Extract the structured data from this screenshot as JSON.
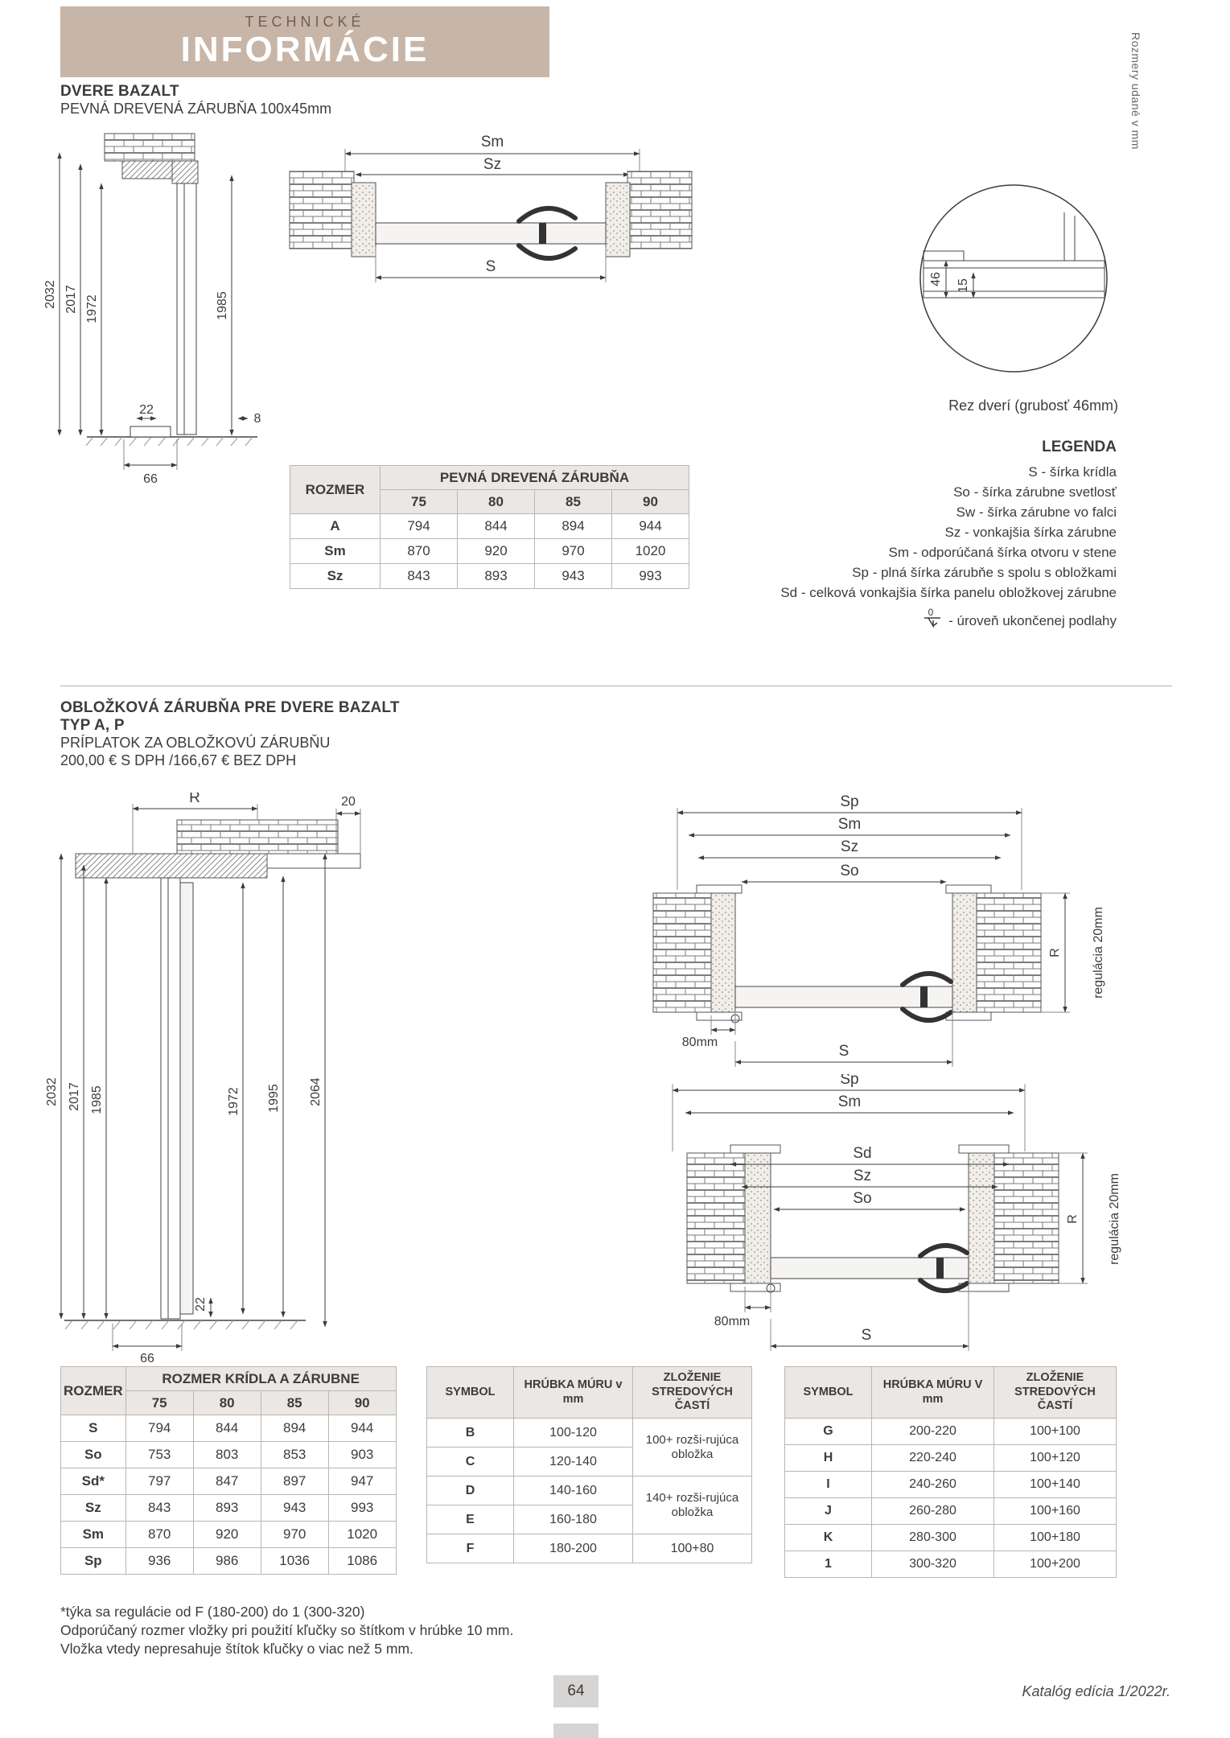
{
  "page": {
    "side_note": "Rozmery udané v mm",
    "page_number": "64",
    "edition": "Katalóg edícia 1/2022r."
  },
  "header": {
    "kicker": "TECHNICKÉ",
    "title": "INFORMÁCIE"
  },
  "colors": {
    "accent_tan": "#c7b5a7",
    "table_header_bg": "#eae7e4",
    "line_color": "#3c3c3c"
  },
  "section1": {
    "title": "DVERE BAZALT",
    "subtitle": "PEVNÁ DREVENÁ ZÁRUBŇA 100x45mm",
    "vertical_drawing": {
      "d_2032": "2032",
      "d_2017": "2017",
      "d_1972": "1972",
      "d_1985": "1985",
      "d_22": "22",
      "d_8": "8",
      "d_66": "66"
    },
    "horizontal_drawing": {
      "sm": "Sm",
      "sz": "Sz",
      "s": "S"
    },
    "detail_drawing": {
      "d_46": "46",
      "d_15": "15",
      "caption": "Rez dverí (grubosť 46mm)"
    },
    "table": {
      "corner": "ROZMER",
      "span": "PEVNÁ DREVENÁ ZÁRUBŇA",
      "sizes": [
        "75",
        "80",
        "85",
        "90"
      ],
      "rows": [
        {
          "label": "A",
          "values": [
            "794",
            "844",
            "894",
            "944"
          ]
        },
        {
          "label": "Sm",
          "values": [
            "870",
            "920",
            "970",
            "1020"
          ]
        },
        {
          "label": "Sz",
          "values": [
            "843",
            "893",
            "943",
            "993"
          ]
        }
      ]
    },
    "legend": {
      "title": "LEGENDA",
      "items": [
        "S - šírka krídla",
        "So - šírka zárubne svetlosť",
        "Sw - šírka zárubne vo falci",
        "Sz - vonkajšia šírka zárubne",
        "Sm - odporúčaná šírka otvoru v stene",
        "Sp - plná šírka zárubňe s spolu s obložkami",
        "Sd - celková vonkajšia šírka panelu obložkovej zárubne",
        "- úroveň ukončenej podlahy"
      ],
      "floor_symbol": "0"
    }
  },
  "section2": {
    "title": "OBLOŽKOVÁ ZÁRUBŇA PRE DVERE BAZALT",
    "subtitle": "TYP A, P",
    "surcharge_line1": "PRÍPLATOK ZA OBLOŽKOVÚ ZÁRUBŇU",
    "surcharge_line2": "200,00 € S DPH /166,67 € BEZ DPH",
    "vertical_drawing": {
      "r": "R",
      "d_20": "20",
      "d_2032": "2032",
      "d_2017": "2017",
      "d_1985": "1985",
      "d_1972": "1972",
      "d_1995": "1995",
      "d_2064": "2064",
      "d_22": "22",
      "d_66": "66"
    },
    "type_a_drawing": {
      "sp": "Sp",
      "sm": "Sm",
      "sz": "Sz",
      "so": "So",
      "d_80": "80mm",
      "s": "S",
      "r": "R",
      "regulacia": "regulácia 20mm"
    },
    "type_p_drawing": {
      "sp": "Sp",
      "sm": "Sm",
      "sd": "Sd",
      "sz": "Sz",
      "so": "So",
      "d_80": "80mm",
      "s": "S",
      "r": "R",
      "regulacia": "regulácia 20mm"
    },
    "size_table": {
      "corner": "ROZMER",
      "span": "ROZMER KRÍDLA A ZÁRUBNE",
      "sizes": [
        "75",
        "80",
        "85",
        "90"
      ],
      "rows": [
        {
          "label": "S",
          "values": [
            "794",
            "844",
            "894",
            "944"
          ]
        },
        {
          "label": "So",
          "values": [
            "753",
            "803",
            "853",
            "903"
          ]
        },
        {
          "label": "Sd*",
          "values": [
            "797",
            "847",
            "897",
            "947"
          ]
        },
        {
          "label": "Sz",
          "values": [
            "843",
            "893",
            "943",
            "993"
          ]
        },
        {
          "label": "Sm",
          "values": [
            "870",
            "920",
            "970",
            "1020"
          ]
        },
        {
          "label": "Sp",
          "values": [
            "936",
            "986",
            "1036",
            "1086"
          ]
        }
      ]
    },
    "symbol_table_1": {
      "headers": [
        "SYMBOL",
        "HRÚBKA MÚRU v mm",
        "ZLOŽENIE STREDOVÝCH ČASTÍ"
      ],
      "merged_bc": "100+ rozši-rujúca obložka",
      "merged_de": "140+ rozši-rujúca obložka",
      "rows": [
        {
          "symbol": "B",
          "thickness": "100-120"
        },
        {
          "symbol": "C",
          "thickness": "120-140"
        },
        {
          "symbol": "D",
          "thickness": "140-160"
        },
        {
          "symbol": "E",
          "thickness": "160-180"
        },
        {
          "symbol": "F",
          "thickness": "180-200",
          "composition": "100+80"
        }
      ]
    },
    "symbol_table_2": {
      "headers": [
        "SYMBOL",
        "HRÚBKA MÚRU V mm",
        "ZLOŽENIE STREDOVÝCH ČASTÍ"
      ],
      "rows": [
        {
          "symbol": "G",
          "thickness": "200-220",
          "composition": "100+100"
        },
        {
          "symbol": "H",
          "thickness": "220-240",
          "composition": "100+120"
        },
        {
          "symbol": "I",
          "thickness": "240-260",
          "composition": "100+140"
        },
        {
          "symbol": "J",
          "thickness": "260-280",
          "composition": "100+160"
        },
        {
          "symbol": "K",
          "thickness": "280-300",
          "composition": "100+180"
        },
        {
          "symbol": "1",
          "thickness": "300-320",
          "composition": "100+200"
        }
      ]
    }
  },
  "footnotes": [
    "*týka sa regulácie od F (180-200) do 1 (300-320)",
    "Odporúčaný rozmer vložky pri použití kľučky so štítkom v hrúbke 10 mm.",
    "Vložka vtedy nepresahuje štítok kľučky o viac než 5 mm."
  ]
}
